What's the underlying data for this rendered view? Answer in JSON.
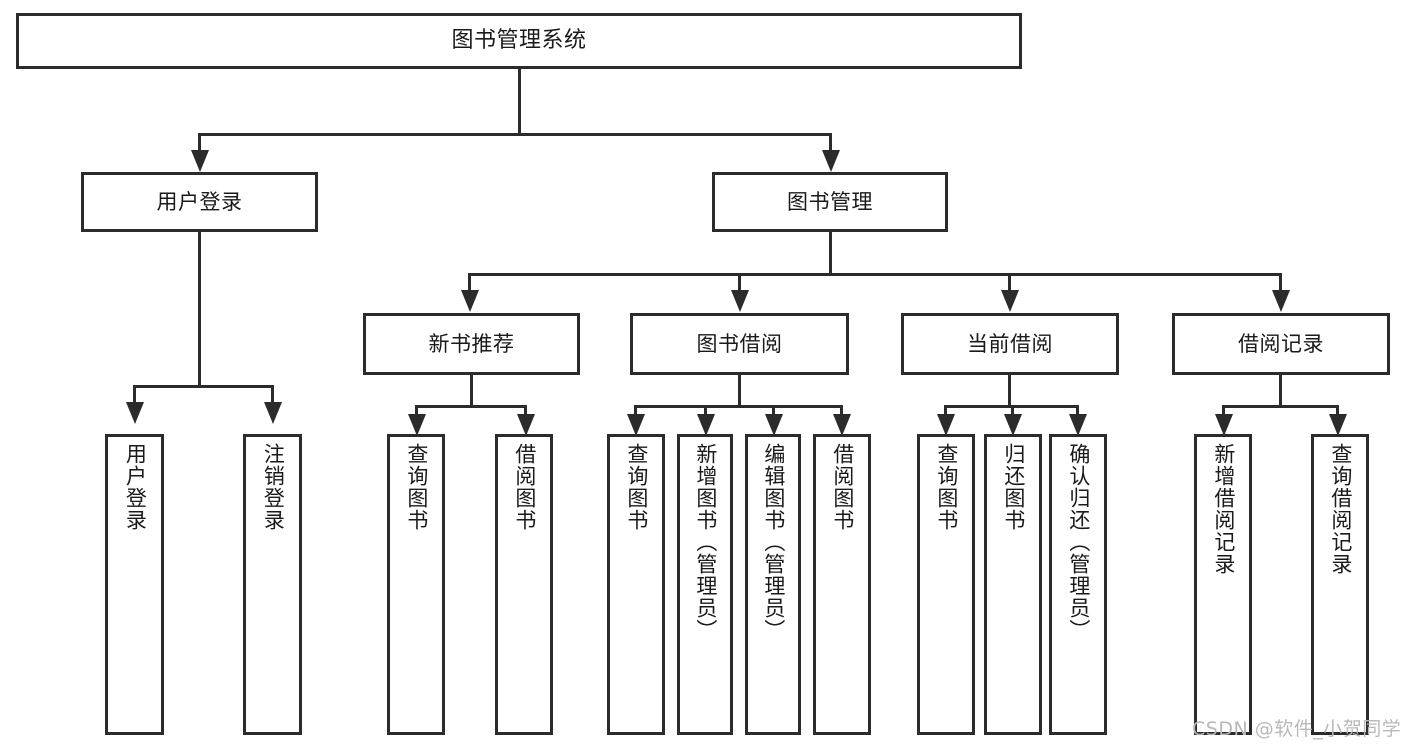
{
  "diagram": {
    "title": "图书管理系统",
    "type": "tree",
    "root": {
      "id": "root",
      "label": "图书管理系统"
    },
    "level2": [
      {
        "id": "user-login",
        "label": "用户登录"
      },
      {
        "id": "book-manage",
        "label": "图书管理"
      }
    ],
    "level3": [
      {
        "id": "new-book-recommend",
        "label": "新书推荐",
        "parent": "book-manage"
      },
      {
        "id": "book-borrow",
        "label": "图书借阅",
        "parent": "book-manage"
      },
      {
        "id": "current-borrow",
        "label": "当前借阅",
        "parent": "book-manage"
      },
      {
        "id": "borrow-record",
        "label": "借阅记录",
        "parent": "book-manage"
      }
    ],
    "leaves": {
      "user_login": [
        {
          "id": "leaf-user-login",
          "label": "用户登录"
        },
        {
          "id": "leaf-logout-login",
          "label": "注销登录"
        }
      ],
      "new_book_recommend": [
        {
          "id": "leaf-query-book-1",
          "label": "查询图书"
        },
        {
          "id": "leaf-borrow-book-1",
          "label": "借阅图书"
        }
      ],
      "book_borrow": [
        {
          "id": "leaf-query-book-2",
          "label": "查询图书"
        },
        {
          "id": "leaf-add-book",
          "label": "新增图书（管理员）"
        },
        {
          "id": "leaf-edit-book",
          "label": "编辑图书（管理员）"
        },
        {
          "id": "leaf-borrow-book-2",
          "label": "借阅图书"
        }
      ],
      "current_borrow": [
        {
          "id": "leaf-query-book-3",
          "label": "查询图书"
        },
        {
          "id": "leaf-return-book",
          "label": "归还图书"
        },
        {
          "id": "leaf-confirm-return",
          "label": "确认归还（管理员）"
        }
      ],
      "borrow_record": [
        {
          "id": "leaf-add-record",
          "label": "新增借阅记录"
        },
        {
          "id": "leaf-query-record",
          "label": "查询借阅记录"
        }
      ]
    }
  },
  "watermark": {
    "text": "CSDN @软件_小贺同学"
  },
  "colors": {
    "stroke": "#2b2b2b",
    "fill": "#ffffff",
    "text": "#1a1a1a",
    "watermark": "#b9b9b9"
  }
}
